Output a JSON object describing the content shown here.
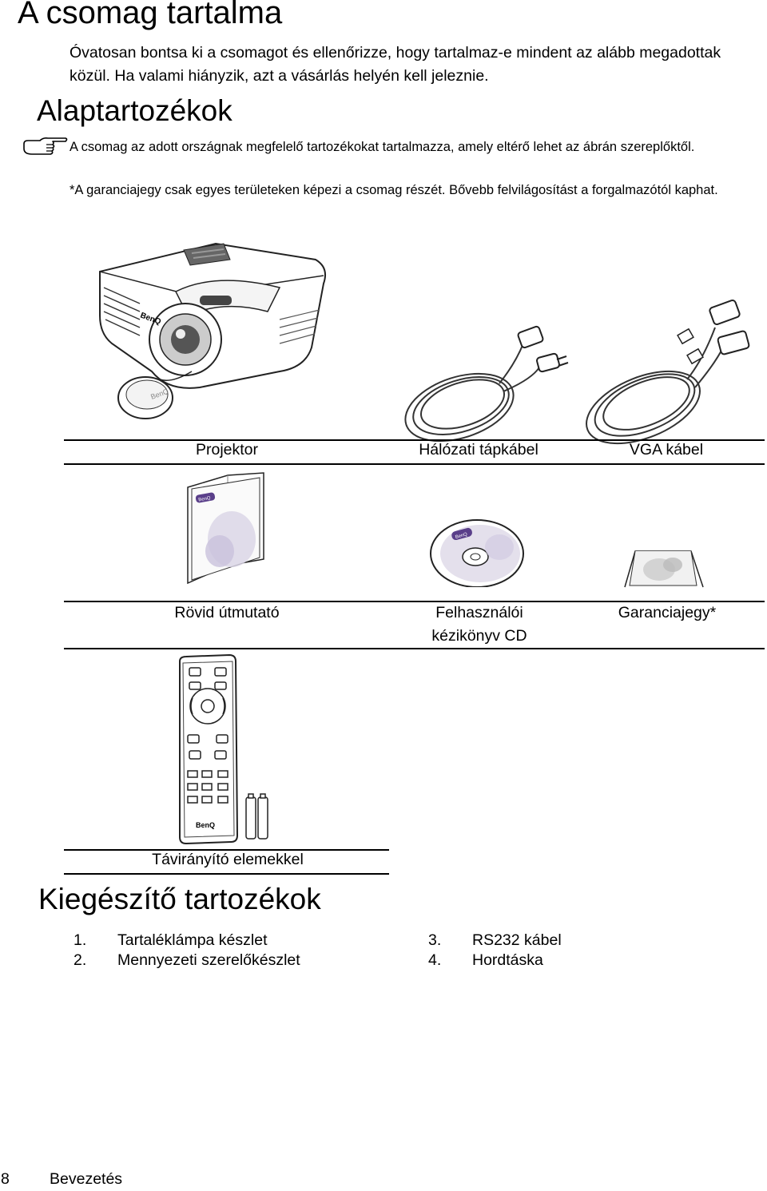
{
  "page": {
    "title": "A csomag tartalma",
    "intro": "Óvatosan bontsa ki a csomagot és ellenőrizze, hogy tartalmaz-e mindent az alább megadottak közül. Ha valami hiányzik, azt a vásárlás helyén kell jeleznie."
  },
  "standard": {
    "heading": "Alaptartozékok",
    "note1": "A csomag az adott országnak megfelelő tartozékokat tartalmazza, amely eltérő lehet az ábrán szereplőktől.",
    "note2": "*A garanciajegy csak egyes területeken képezi a csomag részét. Bővebb felvilágosítást a forgalmazótól kaphat.",
    "items": [
      {
        "label": "Projektor"
      },
      {
        "label": "Hálózati tápkábel"
      },
      {
        "label": "VGA kábel"
      },
      {
        "label": "Rövid útmutató"
      },
      {
        "label": "Felhasználói kézikönyv CD"
      },
      {
        "label": "Garanciajegy*"
      },
      {
        "label": "Távirányító elemekkel"
      }
    ],
    "brand": "BenQ"
  },
  "optional": {
    "heading": "Kiegészítő tartozékok",
    "items": [
      {
        "num": "1.",
        "label": "Tartaléklámpa készlet"
      },
      {
        "num": "2.",
        "label": "Mennyezeti szerelőkészlet"
      },
      {
        "num": "3.",
        "label": "RS232 kábel"
      },
      {
        "num": "4.",
        "label": "Hordtáska"
      }
    ]
  },
  "footer": {
    "page_number": "8",
    "section": "Bevezetés"
  }
}
